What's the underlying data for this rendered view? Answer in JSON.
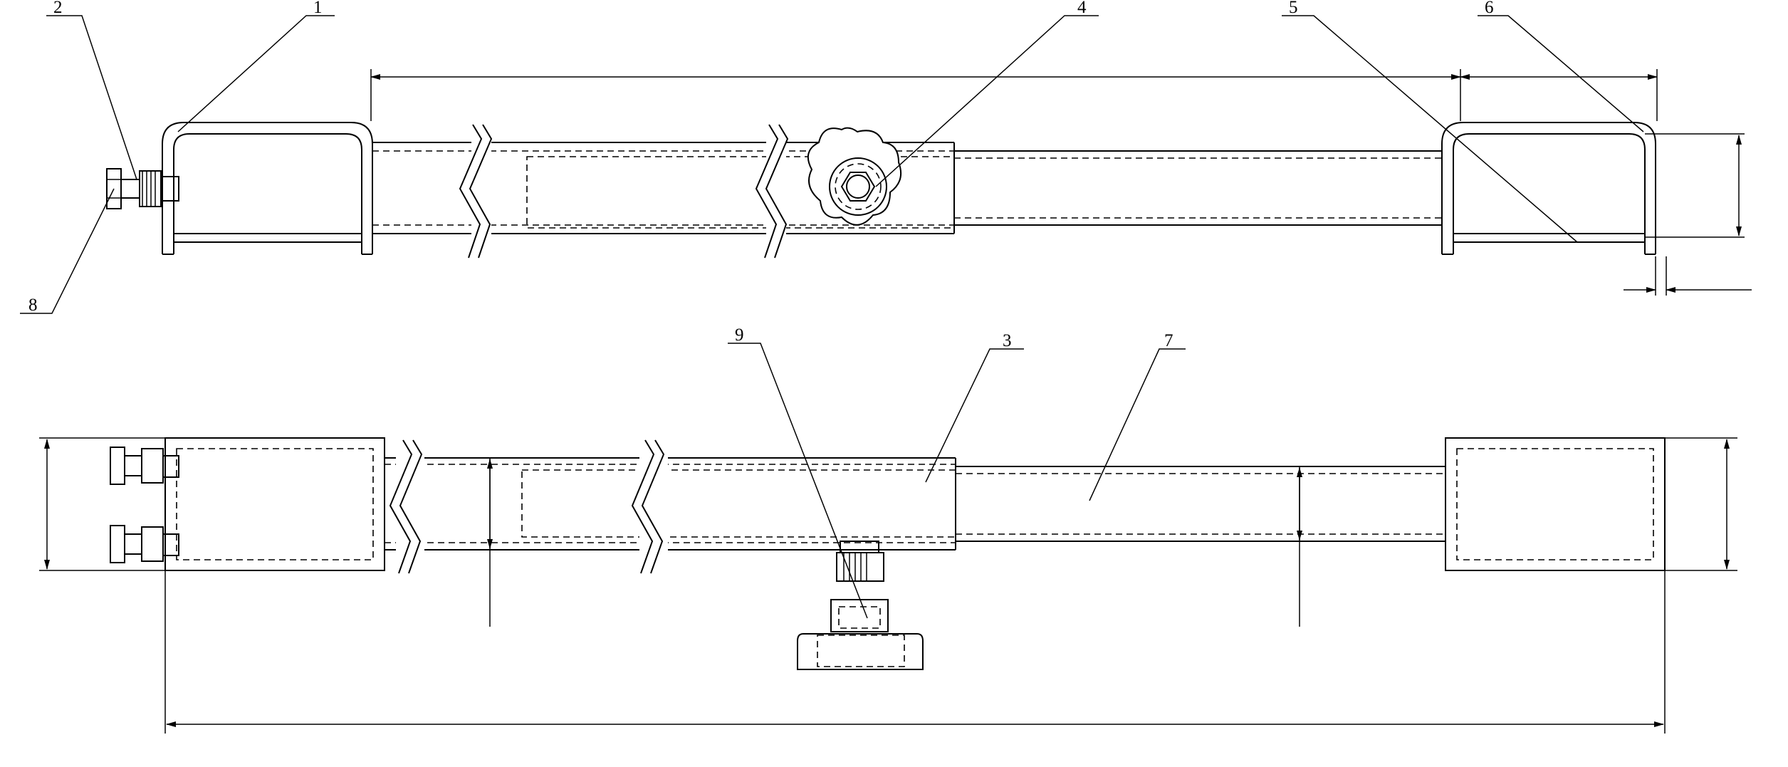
{
  "callouts": [
    "1",
    "2",
    "3",
    "4",
    "5",
    "6",
    "7",
    "8",
    "9"
  ],
  "colors": {
    "line": "#000000",
    "background": "#ffffff"
  }
}
